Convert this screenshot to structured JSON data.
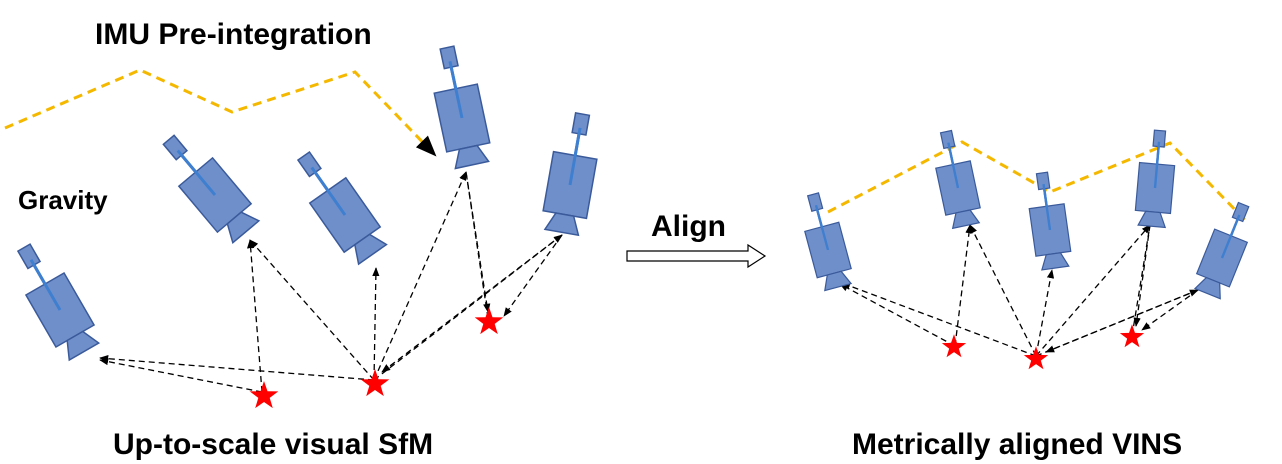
{
  "labels": {
    "imu": "IMU Pre-integration",
    "gravity": "Gravity",
    "sfm": "Up-to-scale visual SfM",
    "align": "Align",
    "vins": "Metrically aligned VINS"
  },
  "colors": {
    "camera_fill": "#6F8FCB",
    "camera_stroke": "#3A5A9A",
    "camera_axis": "#3F7FD0",
    "imu_path": "#F5B800",
    "landmark": "#FF0000",
    "arrow": "#000000"
  },
  "icons": {
    "camera": "camera-icon",
    "landmark": "red-star-icon",
    "align_arrow": "hollow-right-arrow-icon"
  }
}
